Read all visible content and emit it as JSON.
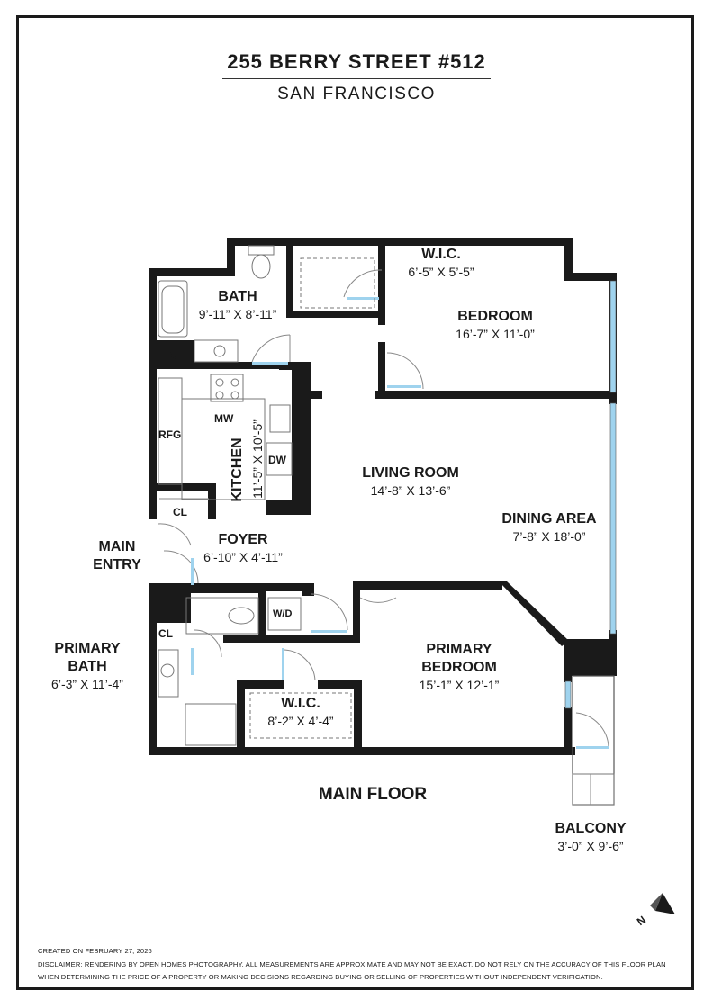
{
  "header": {
    "address": "255 BERRY STREET #512",
    "city": "SAN FRANCISCO"
  },
  "rooms": {
    "bath": {
      "name": "BATH",
      "dims": "9’-11” X 8’-11”"
    },
    "wic_top": {
      "name": "W.I.C.",
      "dims": "6’-5” X 5’-5”"
    },
    "bedroom": {
      "name": "BEDROOM",
      "dims": "16’-7” X 11’-0”"
    },
    "kitchen": {
      "name": "KITCHEN",
      "dims": "11’-5” X 10’-5”"
    },
    "living_room": {
      "name": "LIVING ROOM",
      "dims": "14’-8” X 13’-6”"
    },
    "dining_area": {
      "name": "DINING AREA",
      "dims": "7’-8” X 18’-0”"
    },
    "foyer": {
      "name": "FOYER",
      "dims": "6’-10” X 4’-11”"
    },
    "main_entry": {
      "line1": "MAIN",
      "line2": "ENTRY"
    },
    "primary_bath": {
      "line1": "PRIMARY",
      "line2": "BATH",
      "dims": "6’-3” X 11’-4”"
    },
    "wic_bottom": {
      "name": "W.I.C.",
      "dims": "8’-2” X 4’-4”"
    },
    "primary_bedroom": {
      "line1": "PRIMARY",
      "line2": "BEDROOM",
      "dims": "15’-1” X 12’-1”"
    },
    "balcony": {
      "name": "BALCONY",
      "dims": "3’-0” X 9’-6”"
    }
  },
  "fixtures": {
    "cl_bath": "CL",
    "cl_foyer": "CL",
    "cl_primary": "CL",
    "mw": "MW",
    "rfg": "RFG",
    "dw": "DW",
    "wd": "W/D"
  },
  "floor_label": "MAIN FLOOR",
  "footer": {
    "created": "CREATED ON FEBRUARY 27, 2026",
    "disclaimer_1": "DISCLAIMER: RENDERING BY OPEN HOMES PHOTOGRAPHY. ALL MEASUREMENTS ARE APPROXIMATE AND MAY NOT BE EXACT. DO NOT RELY ON THE ACCURACY OF THIS FLOOR PLAN",
    "disclaimer_2": "WHEN DETERMINING THE PRICE OF A PROPERTY OR MAKING DECISIONS REGARDING BUYING OR SELLING OF PROPERTIES WITHOUT INDEPENDENT VERIFICATION."
  },
  "compass": {
    "letter": "N"
  },
  "colors": {
    "wall": "#1a1a1a",
    "window": "#9fd3ee",
    "fixture": "#777777"
  }
}
